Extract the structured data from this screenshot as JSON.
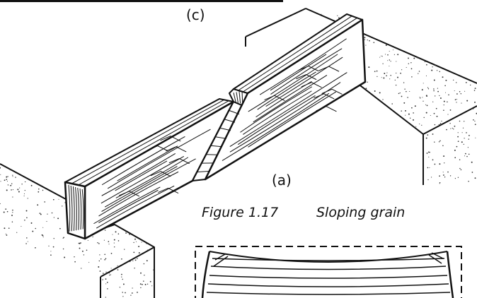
{
  "labels": {
    "c": "(c)",
    "a": "(a)"
  },
  "caption": {
    "number": "Figure 1.17",
    "title": "Sloping grain"
  },
  "colors": {
    "ink": "#111111",
    "paper": "#ffffff"
  }
}
